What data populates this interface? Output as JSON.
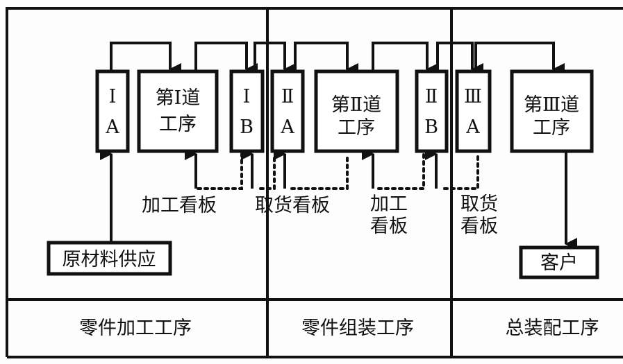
{
  "boxes": {
    "ia": {
      "l1": "Ⅰ",
      "l2": "A"
    },
    "p1": {
      "l1": "第Ⅰ道",
      "l2": "工序"
    },
    "ib": {
      "l1": "Ⅰ",
      "l2": "B"
    },
    "iia": {
      "l1": "Ⅱ",
      "l2": "A"
    },
    "p2": {
      "l1": "第Ⅱ道",
      "l2": "工序"
    },
    "iib": {
      "l1": "Ⅱ",
      "l2": "B"
    },
    "iiia": {
      "l1": "Ⅲ",
      "l2": "A"
    },
    "p3": {
      "l1": "第Ⅲ道",
      "l2": "工序"
    },
    "raw": "原材料供应",
    "customer": "客户"
  },
  "labels": {
    "k1": "加工看板",
    "k2": "取货看板",
    "k3a": "加工",
    "k3b": "看板",
    "k4a": "取货",
    "k4b": "看板"
  },
  "sections": [
    "零件加工工序",
    "零件组装工序",
    "总装配工序"
  ]
}
